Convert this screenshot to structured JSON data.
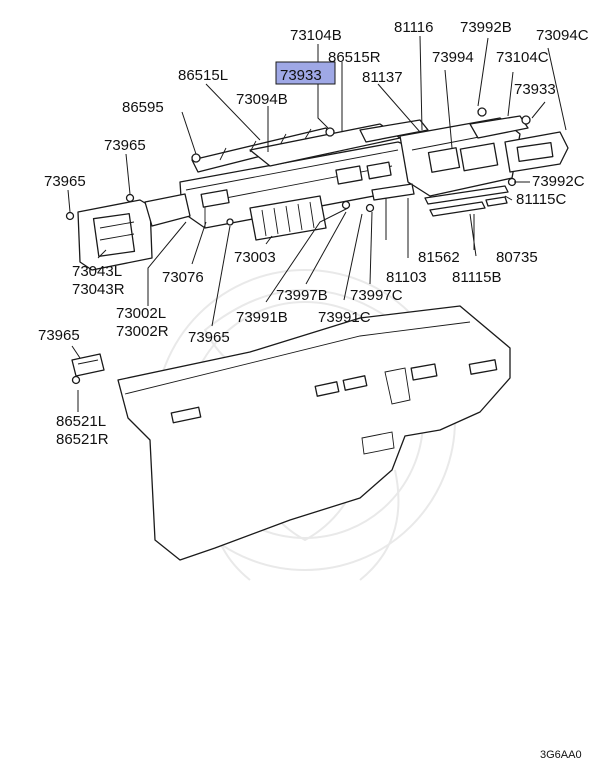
{
  "labels": {
    "l_73104B": "73104B",
    "l_86515R": "86515R",
    "l_73933_hl": "73933",
    "l_86515L": "86515L",
    "l_73094B": "73094B",
    "l_86595": "86595",
    "l_73965_a": "73965",
    "l_73965_b": "73965",
    "l_73043L": "73043L",
    "l_73043R": "73043R",
    "l_73076": "73076",
    "l_73003": "73003",
    "l_73002L": "73002L",
    "l_73002R": "73002R",
    "l_73965_c": "73965",
    "l_73997B": "73997B",
    "l_73991B": "73991B",
    "l_73997C": "73997C",
    "l_73991C": "73991C",
    "l_81103": "81103",
    "l_81562": "81562",
    "l_81115B": "81115B",
    "l_80735": "80735",
    "l_81115C": "81115C",
    "l_73992C": "73992C",
    "l_81116": "81116",
    "l_81137": "81137",
    "l_73994": "73994",
    "l_73992B": "73992B",
    "l_73094C": "73094C",
    "l_73104C": "73104C",
    "l_73933": "73933",
    "l_73965_d": "73965",
    "l_86521L": "86521L",
    "l_86521R": "86521R"
  },
  "highlight_color": "#9fa8e6",
  "diagram_code": "3G6AA0"
}
